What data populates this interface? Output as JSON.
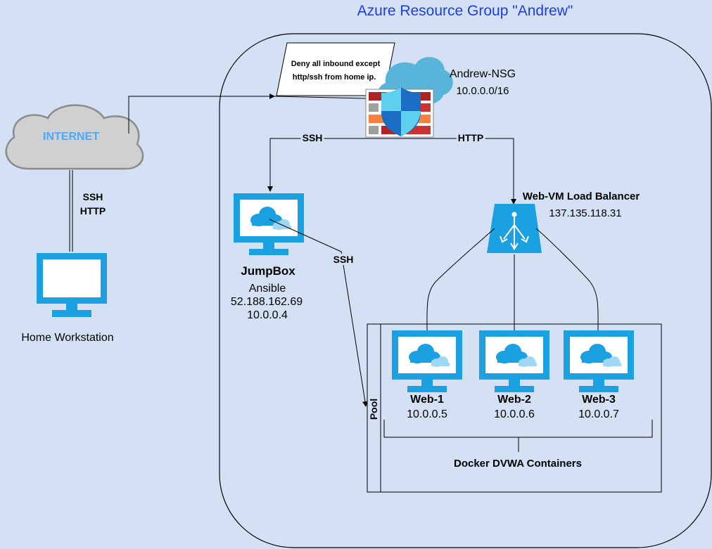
{
  "title": "Azure Resource Group \"Andrew\"",
  "internet": {
    "label": "INTERNET"
  },
  "internet_link": {
    "line1": "SSH",
    "line2": "HTTP"
  },
  "home": {
    "label": "Home Workstation"
  },
  "note": {
    "line1": "Deny all inbound except",
    "line2": "http/ssh from home ip."
  },
  "nsg": {
    "name": "Andrew-NSG",
    "cidr": "10.0.0.0/16"
  },
  "edges": {
    "ssh_nsg": "SSH",
    "http_nsg": "HTTP",
    "ssh_pool": "SSH"
  },
  "jumpbox": {
    "name": "JumpBox",
    "role": "Ansible",
    "public_ip": "52.188.162.69",
    "private_ip": "10.0.0.4"
  },
  "lb": {
    "name": "Web-VM Load Balancer",
    "ip": "137.135.118.31"
  },
  "pool": {
    "label": "Pool",
    "caption": "Docker DVWA Containers"
  },
  "web_vms": [
    {
      "name": "Web-1",
      "ip": "10.0.0.5"
    },
    {
      "name": "Web-2",
      "ip": "10.0.0.6"
    },
    {
      "name": "Web-3",
      "ip": "10.0.0.7"
    }
  ],
  "colors": {
    "background": "#d4e1f5",
    "title": "#1a3ee8",
    "monitor": "#1ba1e2",
    "nsg_cloud": "#59b4d9",
    "firewall": "#b22222"
  }
}
